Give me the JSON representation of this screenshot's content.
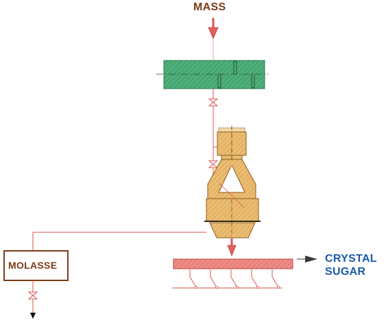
{
  "labels": {
    "mass": "MASS",
    "molasse": "MOLASSE",
    "crystal_line1": "CRYSTAL",
    "crystal_line2": "SUGAR"
  },
  "colors": {
    "mixer_fill": "#4fb07a",
    "centrifuge_fill": "#e8b868",
    "centrifuge_stroke": "#8a5a1e",
    "conveyor_fill": "#e98a84",
    "pipe": "#d9534f",
    "molasse_box": "#7a3a17",
    "crystal_text": "#1a5aa8",
    "arrow_dark": "#3a3a3a"
  }
}
